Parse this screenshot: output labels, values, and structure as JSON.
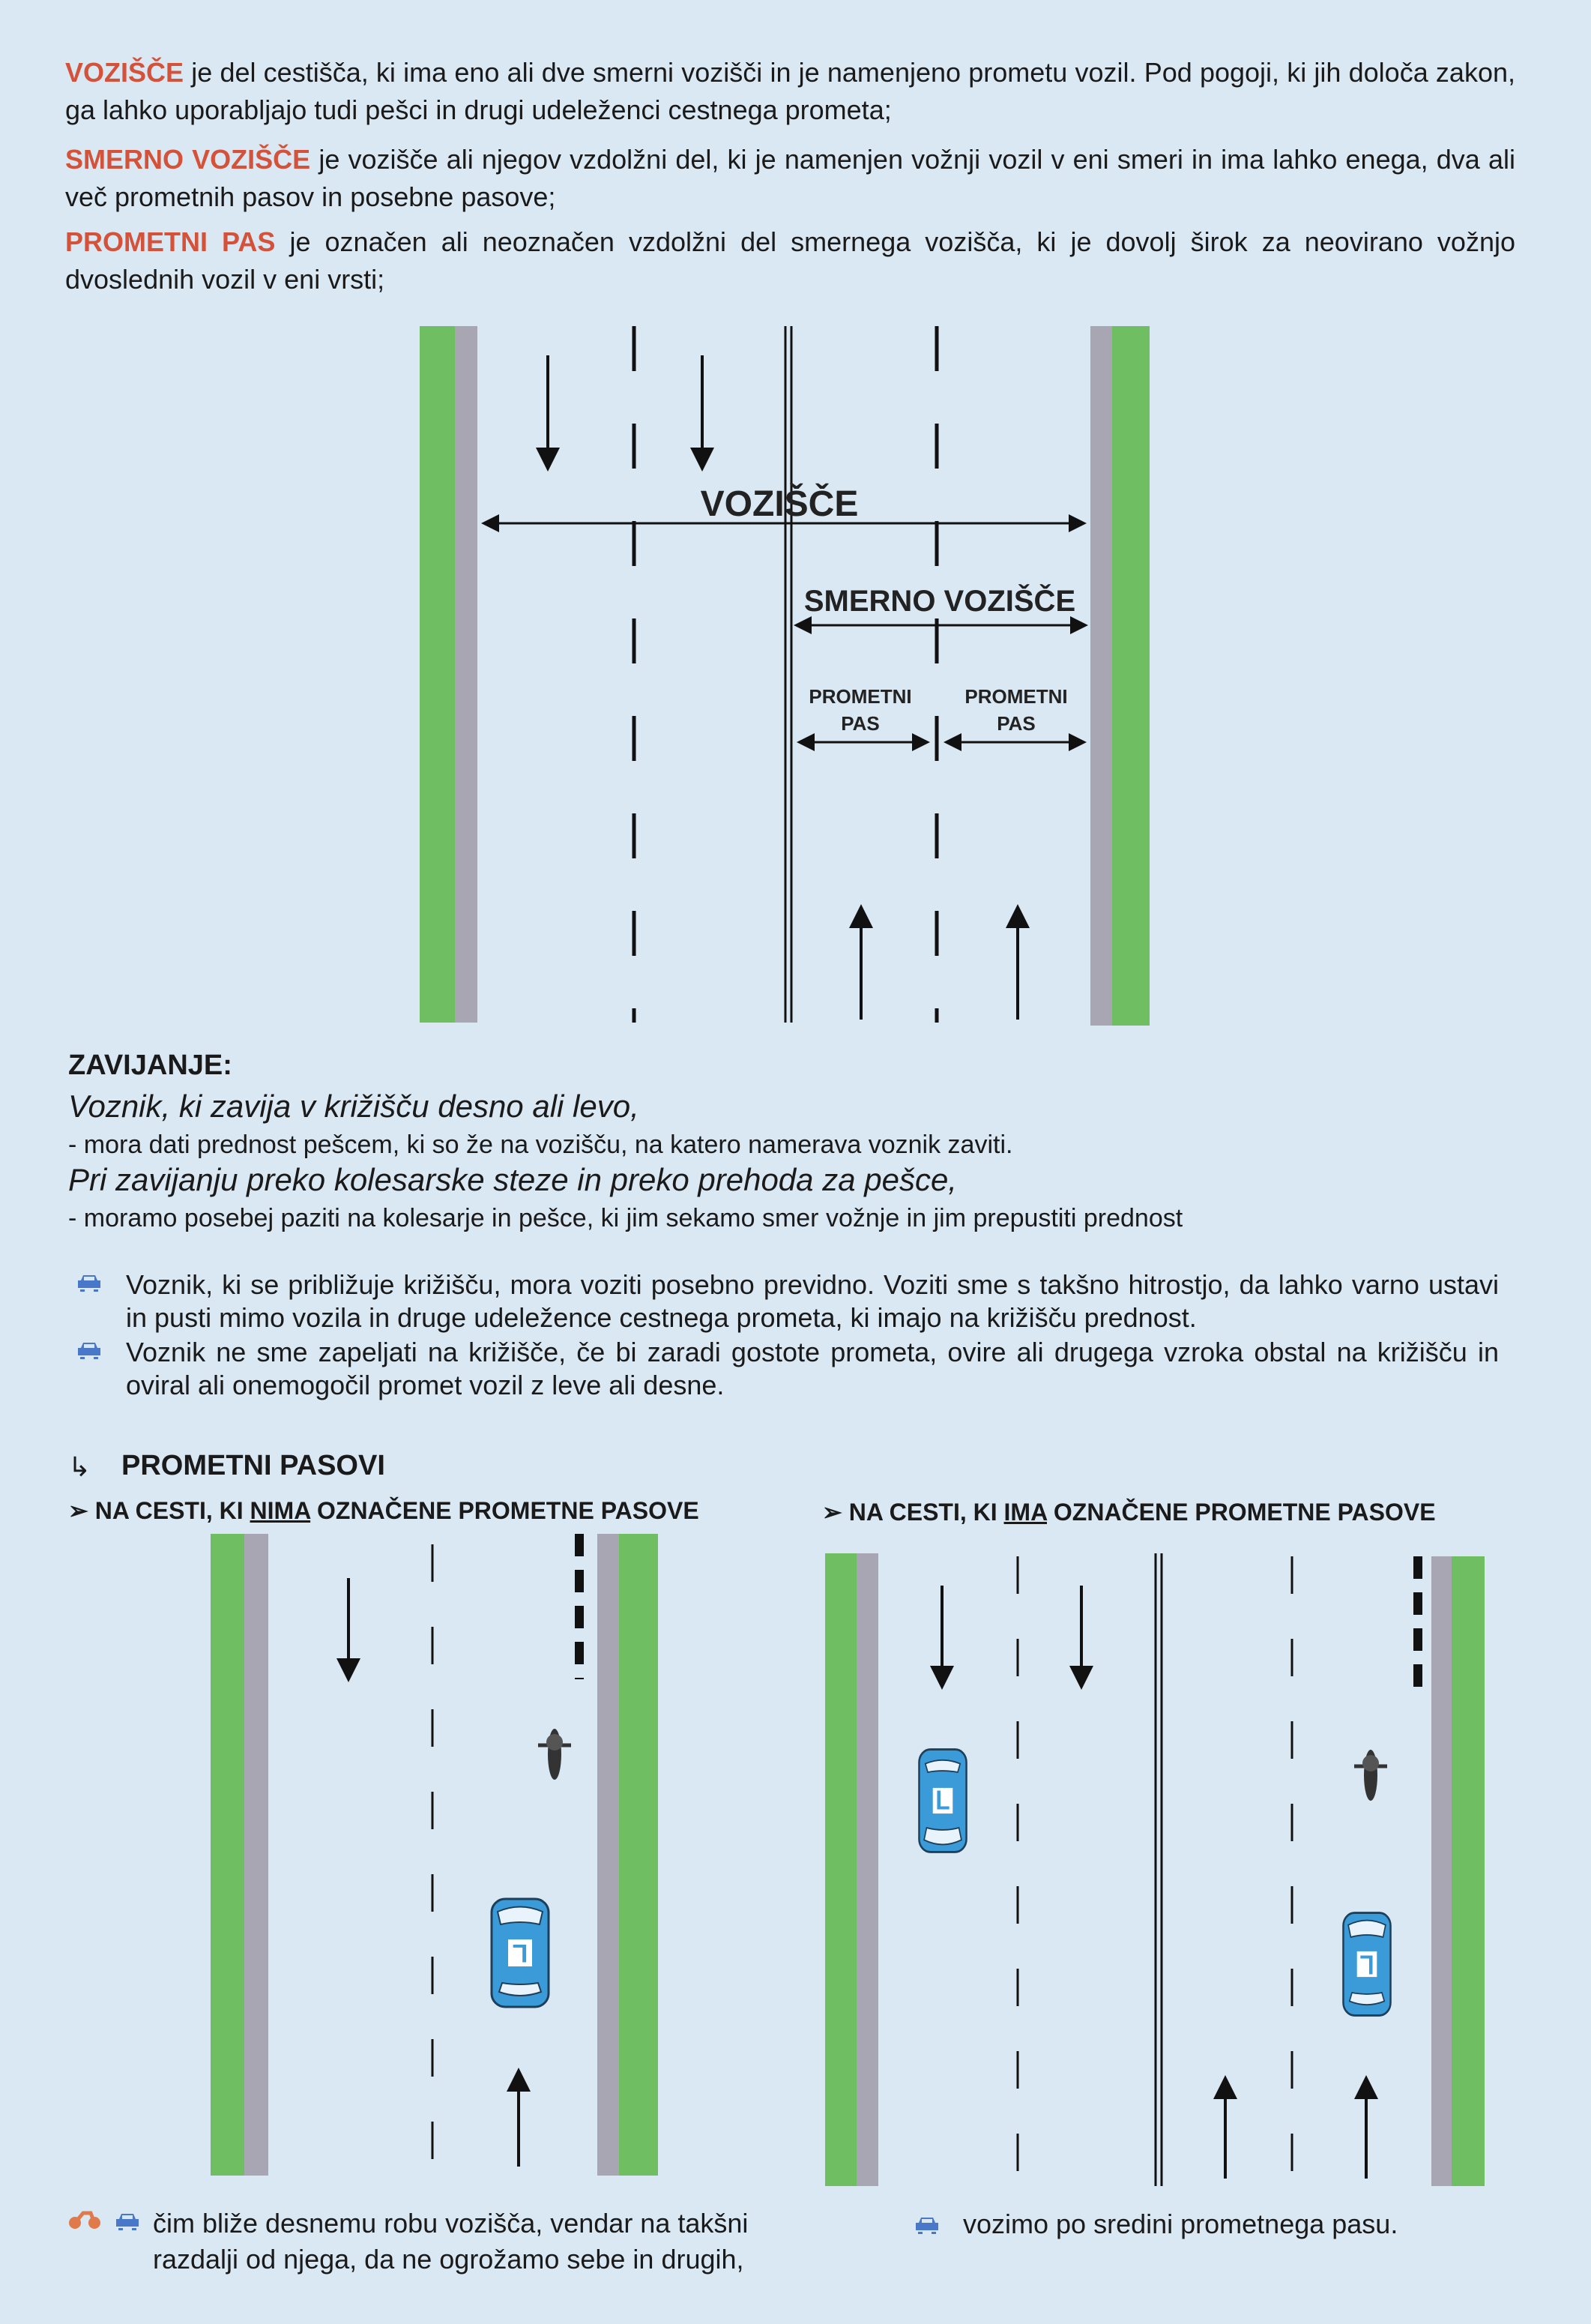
{
  "definitions": [
    {
      "term": "VOZIŠČE",
      "text": " je del cestišča, ki ima eno ali dve smerni vozišči in je namenjeno prometu vozil. Pod pogoji, ki jih določa zakon, ga lahko uporabljajo tudi pešci in drugi udeleženci cestnega prometa;"
    },
    {
      "term": "SMERNO VOZIŠČE",
      "text": " je vozišče ali njegov vzdolžni del, ki je namenjen vožnji vozil v eni smeri in ima lahko enega, dva ali več prometnih pasov in posebne pasove;"
    },
    {
      "term": "PROMETNI PAS",
      "text": " je označen ali neoznačen vzdolžni del smernega vozišča, ki je dovolj širok za neovirano vožnjo dvoslednih vozil v eni vrsti;"
    }
  ],
  "diagram": {
    "vozisce": "VOZIŠČE",
    "smerno": "SMERNO VOZIŠČE",
    "pas_line1": "PROMETNI",
    "pas_line2": "PAS"
  },
  "zavijanje": {
    "title": "ZAVIJANJE:",
    "italic1": "Voznik, ki zavija v križišču desno ali levo,",
    "line1": "- mora dati prednost pešcem, ki so že na vozišču, na katero namerava voznik zaviti.",
    "italic2": "Pri zavijanju preko kolesarske steze in preko prehoda za pešce,",
    "line2": "- moramo posebej paziti na kolesarje in pešce, ki jim sekamo smer vožnje in jim prepustiti prednost"
  },
  "bullets": [
    "Voznik, ki se približuje križišču, mora voziti posebno previdno. Voziti sme s takšno hitrostjo, da lahko varno ustavi in pusti mimo vozila in druge udeležence cestnega prometa, ki imajo na križišču prednost.",
    "Voznik ne sme zapeljati na križišče, če bi zaradi gostote prometa, ovire ali drugega vzroka obstal na križišču in oviral ali onemogočil promet vozil z leve ali desne."
  ],
  "pasovi": {
    "title": "PROMETNI PASOVI",
    "left_pre": "NA CESTI, KI ",
    "left_u": "NIMA",
    "left_post": " OZNAČENE PROMETNE PASOVE",
    "right_pre": "NA CESTI, KI ",
    "right_u": "IMA",
    "right_post": " OZNAČENE PROMETNE PASOVE",
    "car_letter": "L",
    "left_note_1": "čim bliže desnemu robu vozišča, vendar na takšni",
    "left_note_2": "razdalji od njega, da ne ogrožamo sebe in drugih,",
    "right_note": "vozimo po sredini prometnega pasu."
  },
  "colors": {
    "accent_red": "#d5523a",
    "verge_green": "#6fbf62",
    "curb_grey": "#a9a6b4",
    "car_blue": "#3a9bd8"
  }
}
